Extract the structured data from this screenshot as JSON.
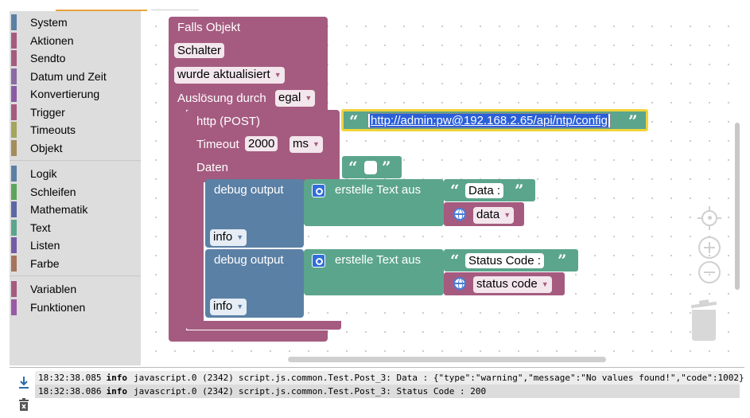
{
  "toolbox": {
    "categories": [
      {
        "label": "System",
        "color": "#5b80a5"
      },
      {
        "label": "Aktionen",
        "color": "#a55b80"
      },
      {
        "label": "Sendto",
        "color": "#a55b80"
      },
      {
        "label": "Datum und Zeit",
        "color": "#8a6ba5"
      },
      {
        "label": "Konvertierung",
        "color": "#8a5ba5"
      },
      {
        "label": "Trigger",
        "color": "#a55b80"
      },
      {
        "label": "Timeouts",
        "color": "#a5a55b"
      },
      {
        "label": "Objekt",
        "color": "#a58c5b"
      },
      {
        "label": "Logik",
        "color": "#5b80a5"
      },
      {
        "label": "Schleifen",
        "color": "#5ba55b"
      },
      {
        "label": "Mathematik",
        "color": "#5b67a5"
      },
      {
        "label": "Text",
        "color": "#5ba58c"
      },
      {
        "label": "Listen",
        "color": "#745ba5"
      },
      {
        "label": "Farbe",
        "color": "#a5745b"
      },
      {
        "label": "Variablen",
        "color": "#a55b80"
      },
      {
        "label": "Funktionen",
        "color": "#995ba5"
      }
    ]
  },
  "blocks": {
    "trigger": {
      "title": "Falls Objekt",
      "object_value": "Schalter",
      "event_value": "wurde aktualisiert",
      "source_label": "Auslösung durch",
      "source_value": "egal"
    },
    "http": {
      "title": "http (POST)",
      "url": "http://admin:pw@192.168.2.65/api/ntp/config",
      "timeout_label": "Timeout",
      "timeout_value": "2000",
      "timeout_unit": "ms",
      "data_label": "Daten",
      "data_value": ""
    },
    "debug1": {
      "title": "debug output",
      "create_text": "erstelle Text aus",
      "text_value": "Data :",
      "var_value": "data",
      "level": "info"
    },
    "debug2": {
      "title": "debug output",
      "create_text": "erstelle Text aus",
      "text_value": "Status Code :",
      "var_value": "status code",
      "level": "info"
    },
    "quote_open": "“",
    "quote_close": "”"
  },
  "colors": {
    "event_block": "#a55b80",
    "debug_block": "#5b80a5",
    "text_block": "#5ba58c",
    "url_highlight": "#f2d43a"
  },
  "log": {
    "rows": [
      {
        "time": "18:32:38.085",
        "level": "info",
        "source": "javascript.0 (2342)",
        "message": "script.js.common.Test.Post_3: Data : {\"type\":\"warning\",\"message\":\"No values found!\",\"code\":1002}"
      },
      {
        "time": "18:32:38.086",
        "level": "info",
        "source": "javascript.0 (2342)",
        "message": "script.js.common.Test.Post_3: Status Code : 200"
      }
    ],
    "icons": [
      "download-icon",
      "trash-icon"
    ]
  },
  "workspace_controls": [
    "center-icon",
    "zoom-in-icon",
    "zoom-out-icon",
    "trash-icon"
  ]
}
